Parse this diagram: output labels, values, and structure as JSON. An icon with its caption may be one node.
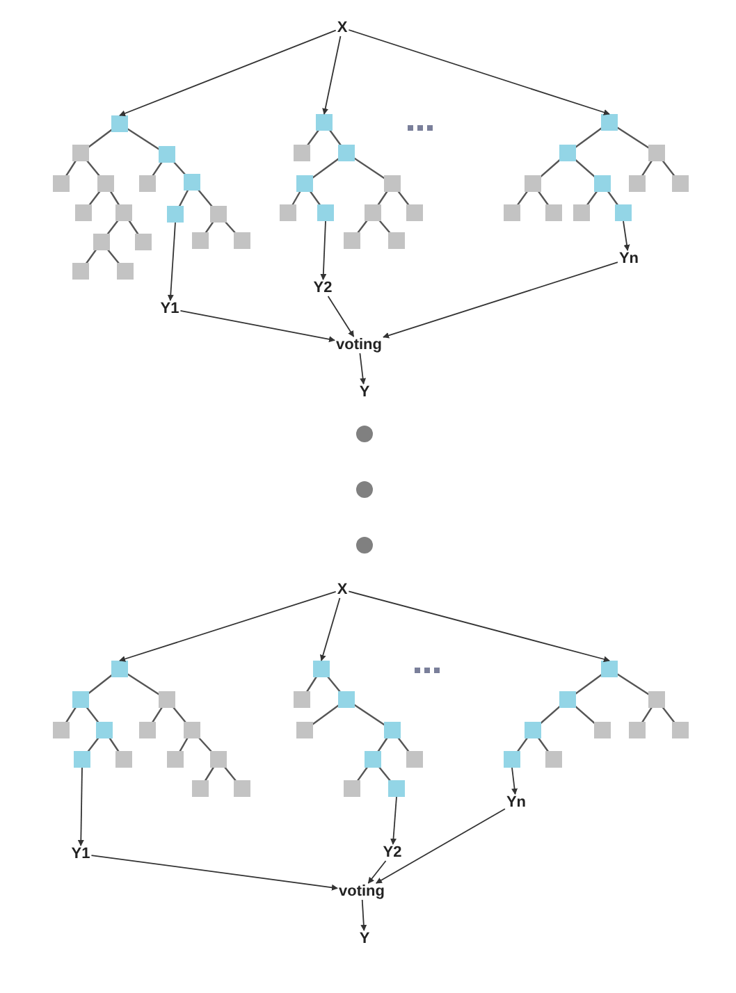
{
  "diagram": {
    "nodes": [
      {
        "text": [
          "X"
        ]
      },
      {
        "text": [],
        "shape": "picture"
      },
      {
        "text": [],
        "shape": "picture"
      },
      {
        "text": [],
        "shape": "picture"
      },
      {
        "text": [
          "Y1"
        ]
      },
      {
        "text": [
          "Y2"
        ]
      },
      {
        "text": [
          "Yn"
        ]
      },
      {
        "text": [
          "voting"
        ]
      },
      {
        "text": [
          "Y"
        ]
      },
      {
        "text": [
          "X"
        ]
      },
      {
        "text": [],
        "shape": "picture"
      },
      {
        "text": [],
        "shape": "picture"
      },
      {
        "text": [],
        "shape": "picture"
      },
      {
        "text": [
          "Y1"
        ]
      },
      {
        "text": [
          "Y2"
        ]
      },
      {
        "text": [
          "Yn"
        ]
      },
      {
        "text": [
          "voting"
        ]
      },
      {
        "text": [
          "Y"
        ]
      }
    ],
    "edges": [
      {
        "from": 0,
        "to": 1,
        "arrow": "to"
      },
      {
        "from": 0,
        "to": 2,
        "arrow": "to"
      },
      {
        "from": 0,
        "to": 3,
        "arrow": "to"
      },
      {
        "from": 1,
        "to": 4,
        "arrow": "to"
      },
      {
        "from": 2,
        "to": 5,
        "arrow": "to"
      },
      {
        "from": 3,
        "to": 6,
        "arrow": "to"
      },
      {
        "from": 4,
        "to": 7,
        "arrow": "to"
      },
      {
        "from": 5,
        "to": 7,
        "arrow": "to"
      },
      {
        "from": 6,
        "to": 7,
        "arrow": "to"
      },
      {
        "from": 7,
        "to": 8,
        "arrow": "to"
      },
      {
        "from": 9,
        "to": 10,
        "arrow": "to"
      },
      {
        "from": 9,
        "to": 11,
        "arrow": "to"
      },
      {
        "from": 9,
        "to": 12,
        "arrow": "to"
      },
      {
        "from": 10,
        "to": 13,
        "arrow": "to"
      },
      {
        "from": 11,
        "to": 14,
        "arrow": "to"
      },
      {
        "from": 12,
        "to": 15,
        "arrow": "to"
      },
      {
        "from": 13,
        "to": 16,
        "arrow": "to"
      },
      {
        "from": 14,
        "to": 16,
        "arrow": "to"
      },
      {
        "from": 15,
        "to": 16,
        "arrow": "to"
      },
      {
        "from": 16,
        "to": 17,
        "arrow": "to"
      }
    ]
  }
}
